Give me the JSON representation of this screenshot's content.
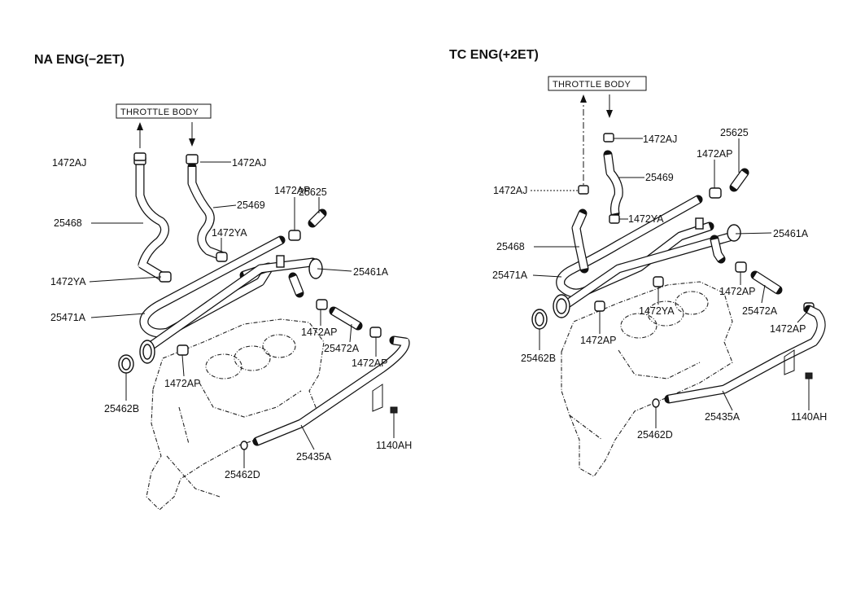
{
  "titles": {
    "left": "NA  ENG(−2ET)",
    "right": "TC  ENG(+2ET)"
  },
  "throttle_body_label": "THROTTLE BODY",
  "left_labels": {
    "clamp_aj_left": "1472AJ",
    "clamp_aj_right": "1472AJ",
    "hose_25468": "25468",
    "hose_25469": "25469",
    "hose_25625": "25625",
    "clamp_ap_top": "1472AP",
    "clamp_ya_mid": "1472YA",
    "clamp_ya_left": "1472YA",
    "pipe_25471a": "25471A",
    "pipe_25461a": "25461A",
    "clamp_ap_mid": "1472AP",
    "hose_25472a": "25472A",
    "clamp_ap_right": "1472AP",
    "gasket_25462b": "25462B",
    "clamp_ap_bottom": "1472AP",
    "bolt_1140ah": "1140AH",
    "pipe_25435a": "25435A",
    "plug_25462d": "25462D"
  },
  "right_labels": {
    "clamp_aj_top": "1472AJ",
    "hose_25625": "25625",
    "clamp_ap_top": "1472AP",
    "hose_25469": "25469",
    "clamp_aj_left": "1472AJ",
    "clamp_ya_top": "1472YA",
    "pipe_25461a": "25461A",
    "hose_25468": "25468",
    "pipe_25471a": "25471A",
    "clamp_ya_bottom": "1472YA",
    "clamp_ap_mid": "1472AP",
    "hose_25472a": "25472A",
    "clamp_ap_right": "1472AP",
    "clamp_ap_left": "1472AP",
    "gasket_25462b": "25462B",
    "bolt_1140ah": "1140AH",
    "pipe_25435a": "25435A",
    "plug_25462d": "25462D"
  },
  "colors": {
    "ink": "#111111",
    "paper": "#ffffff"
  }
}
